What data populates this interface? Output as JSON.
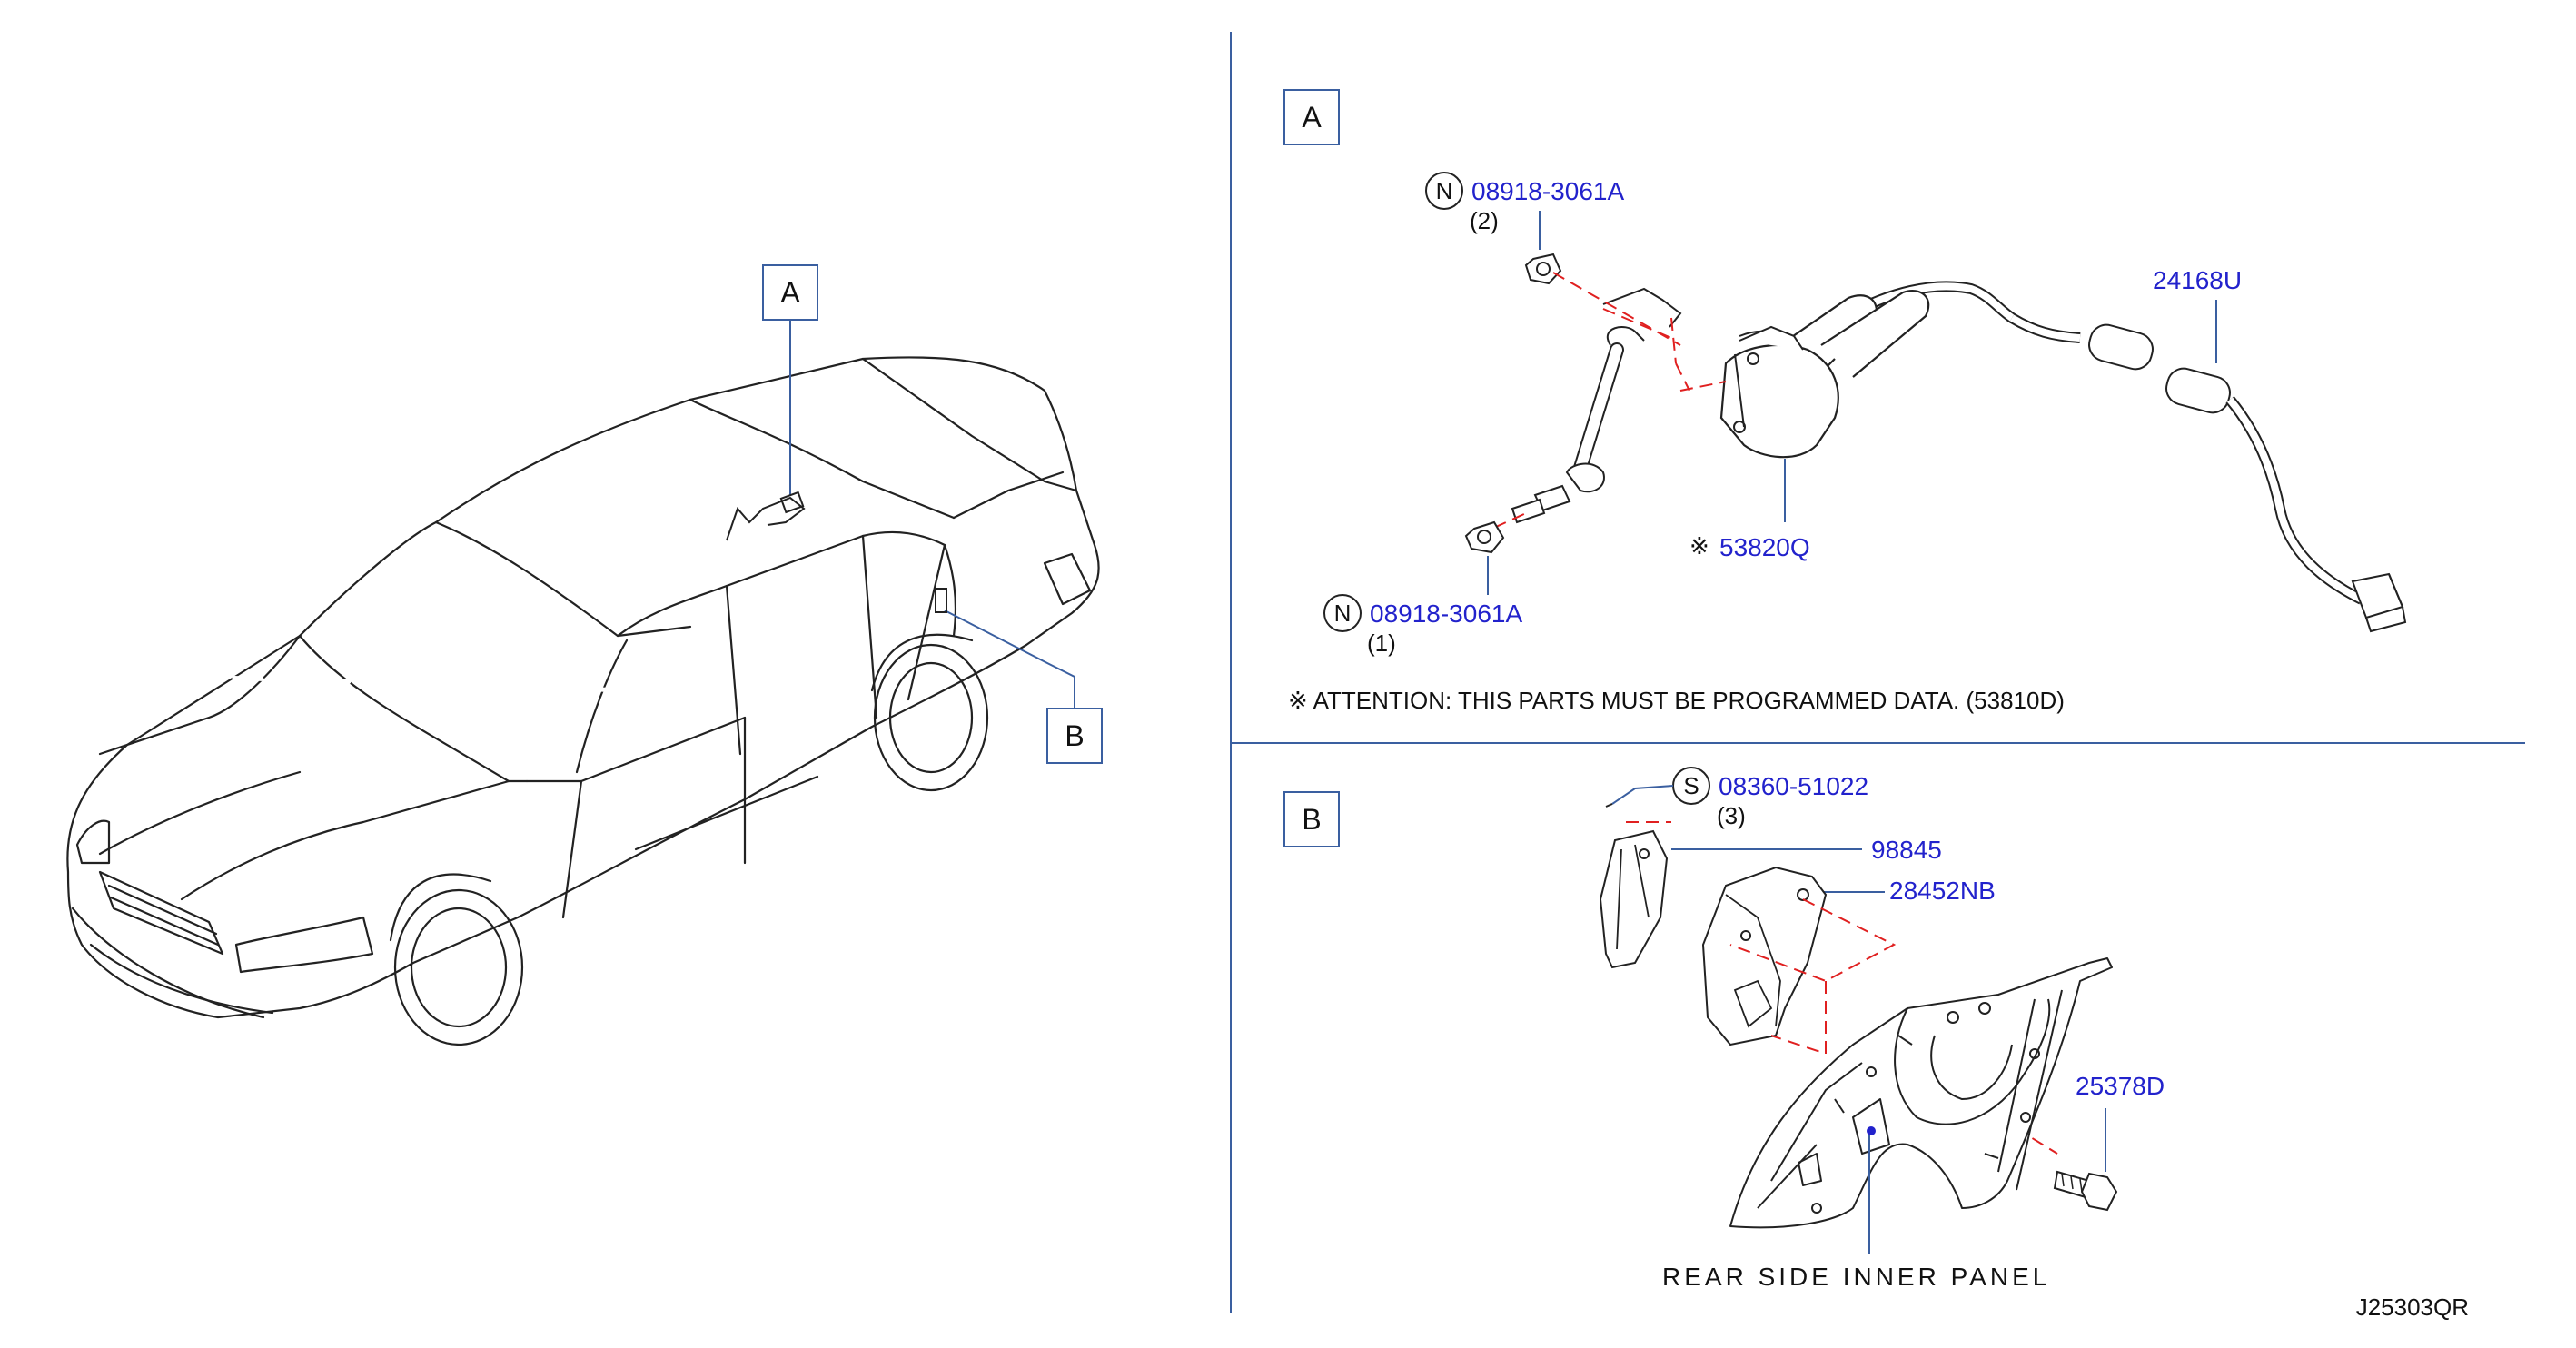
{
  "colors": {
    "line": "#222222",
    "part_number": "#2222cc",
    "callout_line": "#3a5fa0",
    "dashed": "#e02020",
    "background": "#ffffff"
  },
  "overview": {
    "callout_a": "A",
    "callout_b": "B"
  },
  "section_a": {
    "box_label": "A",
    "parts": [
      {
        "symbol": "N",
        "number": "08918-3061A",
        "qty": "(2)"
      },
      {
        "symbol": "",
        "number": "24168U",
        "qty": ""
      },
      {
        "symbol": "※",
        "number": "53820Q",
        "qty": ""
      },
      {
        "symbol": "N",
        "number": "08918-3061A",
        "qty": "(1)"
      }
    ],
    "attention_note": "※ ATTENTION: THIS PARTS MUST BE PROGRAMMED DATA. (53810D)"
  },
  "section_b": {
    "box_label": "B",
    "parts": [
      {
        "symbol": "S",
        "number": "08360-51022",
        "qty": "(3)"
      },
      {
        "symbol": "",
        "number": "98845",
        "qty": ""
      },
      {
        "symbol": "",
        "number": "28452NB",
        "qty": ""
      },
      {
        "symbol": "",
        "number": "25378D",
        "qty": ""
      }
    ],
    "panel_label": "REAR SIDE INNER PANEL"
  },
  "diagram_code": "J25303QR"
}
